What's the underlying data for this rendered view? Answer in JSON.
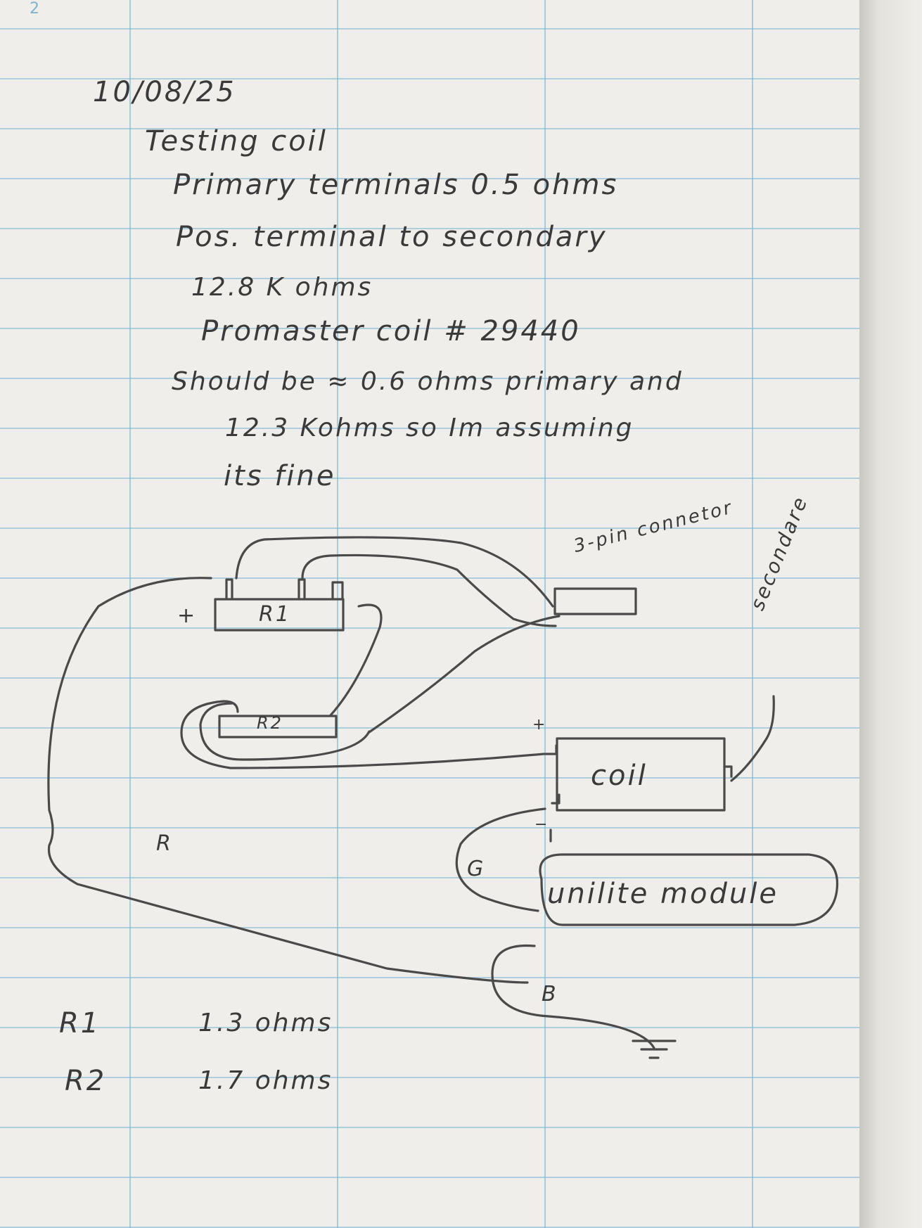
{
  "page_number": "2",
  "notes": {
    "date": "10/08/25",
    "lines": [
      "Testing coil",
      "Primary terminals 0.5 ohms",
      "Pos. terminal to secondary",
      "12.8 K ohms",
      "Promaster coil # 29440",
      "Should be ≈ 0.6 ohms primary and",
      "12.3 Kohms so Im assuming",
      "its fine"
    ]
  },
  "diagram": {
    "r1_label": "R1",
    "r2_label": "R2",
    "r1_plus": "+",
    "connector_label": "3-pin connetor",
    "secondary_label": "secondare",
    "coil_label": "coil",
    "coil_plus": "+",
    "coil_minus": "−",
    "module_label": "unilite module",
    "wire_r": "R",
    "wire_g": "G",
    "wire_b": "B"
  },
  "resistances": [
    {
      "name": "R1",
      "value": "1.3 ohms"
    },
    {
      "name": "R2",
      "value": "1.7 ohms"
    }
  ]
}
